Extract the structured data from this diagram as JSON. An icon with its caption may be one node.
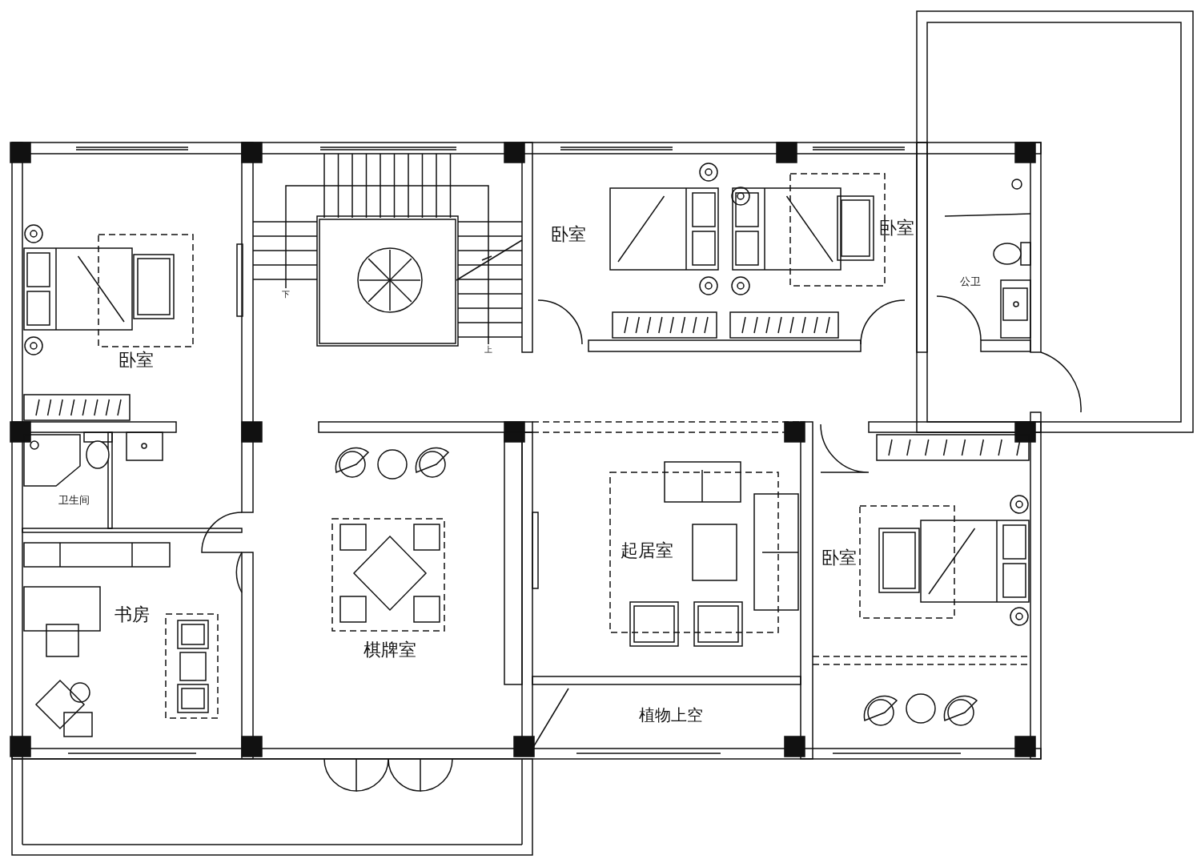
{
  "diagram": {
    "labels": [
      "卧室",
      "卧室",
      "公卫",
      "下",
      "上",
      "卧室",
      "卫生间",
      "起居室",
      "卧室",
      "书房",
      "棋牌室",
      "植物上空"
    ]
  }
}
